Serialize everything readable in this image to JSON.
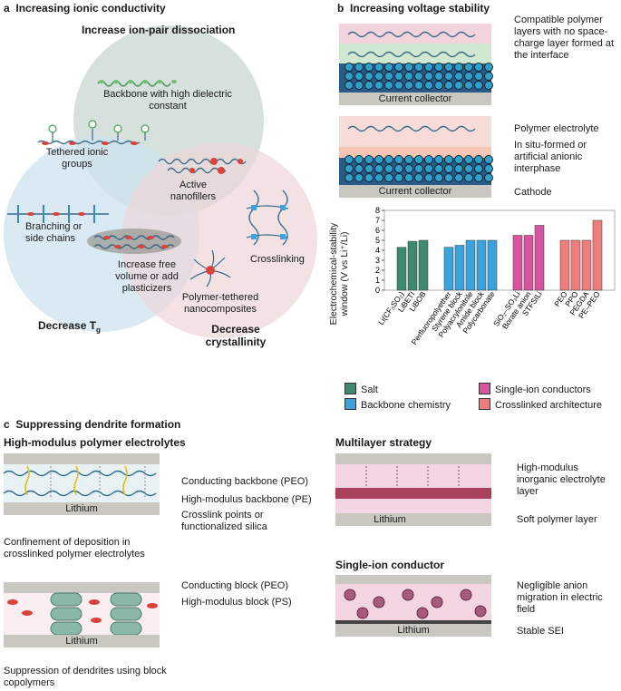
{
  "panel_a": {
    "letter": "a",
    "title": "Increasing ionic conductivity",
    "circle_top_title": "Increase ion-pair dissociation",
    "circle_left_title": "Decrease T",
    "circle_left_sub": "g",
    "circle_right_title": "Decrease crystallinity",
    "labels": {
      "backbone": "Backbone with high dielectric constant",
      "tethered": "Tethered ionic groups",
      "active": "Active nanofillers",
      "branching": "Branching or side chains",
      "free_volume": "Increase free volume or add plasticizers",
      "crosslinking": "Crosslinking",
      "polymer_tethered": "Polymer-tethered nanocomposites"
    }
  },
  "panel_b": {
    "letter": "b",
    "title": "Increasing voltage stability",
    "top_note": "Compatible polymer layers with no space-charge layer formed at the interface",
    "current_collector": "Current collector",
    "current_collector_2": "Current collector",
    "polymer_electrolyte": "Polymer electrolyte",
    "interphase": "In situ-formed or artificial anionic interphase",
    "cathode": "Cathode",
    "legend": [
      {
        "label": "Salt",
        "color": "#3d8a6e"
      },
      {
        "label": "Single-ion conductors",
        "color": "#d9549f"
      },
      {
        "label": "Backbone chemistry",
        "color": "#3aa2dd"
      },
      {
        "label": "Crosslinked architecture",
        "color": "#f07d7d"
      }
    ]
  },
  "chart_data": {
    "type": "bar",
    "ylabel": "Electrochemical-stability window (V vs Li⁺/Li)",
    "ylim": [
      0,
      8
    ],
    "yticks": [
      "0",
      "1",
      "2",
      "3",
      "4",
      "5",
      "6",
      "7",
      "8"
    ],
    "series": [
      {
        "name": "Salt",
        "color": "#3d8a6e",
        "categories": [
          "Li(CF₃SO₂)",
          "LiBETI",
          "LiBOB"
        ],
        "values": [
          4.3,
          4.9,
          5.0
        ]
      },
      {
        "name": "Backbone chemistry",
        "color": "#3aa2dd",
        "categories": [
          "Perfluoropolyether",
          "Styrene block",
          "Polyacrylonitrile",
          "Amide block",
          "Polycarbonate"
        ],
        "values": [
          4.3,
          4.5,
          5.0,
          5.0,
          5.0
        ]
      },
      {
        "name": "Single-ion conductors",
        "color": "#d9549f",
        "categories": [
          "SiO₂–SO₃Li",
          "Borate anion",
          "STFSILi"
        ],
        "values": [
          5.5,
          5.5,
          6.5
        ]
      },
      {
        "name": "Crosslinked architecture",
        "color": "#f07d7d",
        "categories": [
          "PEO",
          "PPO",
          "PEGDA",
          "PE–PEO"
        ],
        "values": [
          5.0,
          5.0,
          5.0,
          7.0
        ]
      }
    ]
  },
  "panel_c": {
    "letter": "c",
    "title": "Suppressing dendrite formation",
    "hm_title": "High-modulus polymer electrolytes",
    "hm_labels": {
      "conducting": "Conducting backbone (PEO)",
      "high_modulus": "High-modulus backbone (PE)",
      "crosslink": "Crosslink points or functionalized silica"
    },
    "lithium": "Lithium",
    "hm_caption": "Confinement of deposition in crosslinked polymer electrolytes",
    "bc_labels": {
      "conducting": "Conducting block (PEO)",
      "high_modulus": "High-modulus block (PS)"
    },
    "bc_caption": "Suppression of dendrites using block copolymers",
    "ml_title": "Multilayer strategy",
    "ml_labels": {
      "inorganic": "High-modulus inorganic electrolyte layer",
      "soft": "Soft polymer layer"
    },
    "si_title": "Single-ion conductor",
    "si_labels": {
      "negligible": "Negligible anion migration in electric field",
      "sei": "Stable SEI"
    }
  }
}
